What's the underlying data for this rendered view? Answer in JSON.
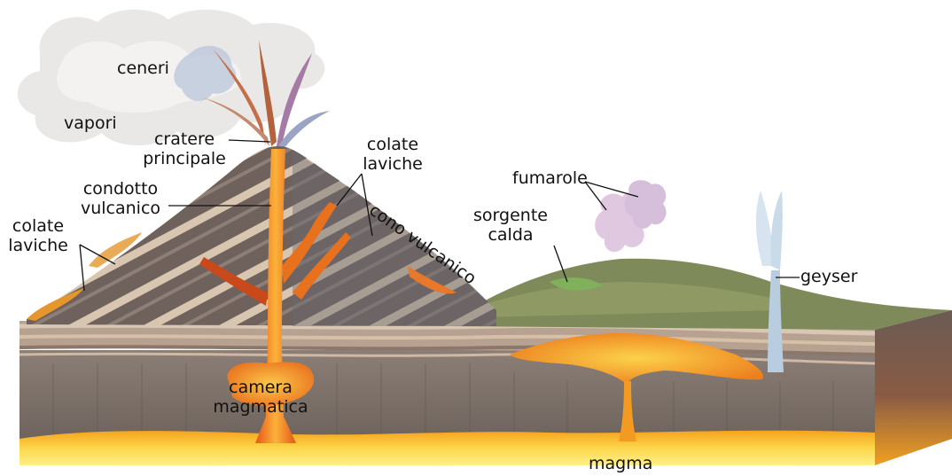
{
  "labels": {
    "ceneri": "ceneri",
    "vapori": "vapori",
    "cratere_principale": [
      "cratere",
      "principale"
    ],
    "condotto_vulcanico": [
      "condotto",
      "vulcanico"
    ],
    "colate_laviche_left": [
      "colate",
      "laviche"
    ],
    "colate_laviche_top": [
      "colate",
      "laviche"
    ],
    "cono_vulcanico": "cono vulcanico",
    "sorgente_calda": [
      "sorgente",
      "calda"
    ],
    "fumarole": "fumarole",
    "geyser": "geyser",
    "camera_magmatica": [
      "camera",
      "magmatica"
    ],
    "magma": "magma"
  }
}
